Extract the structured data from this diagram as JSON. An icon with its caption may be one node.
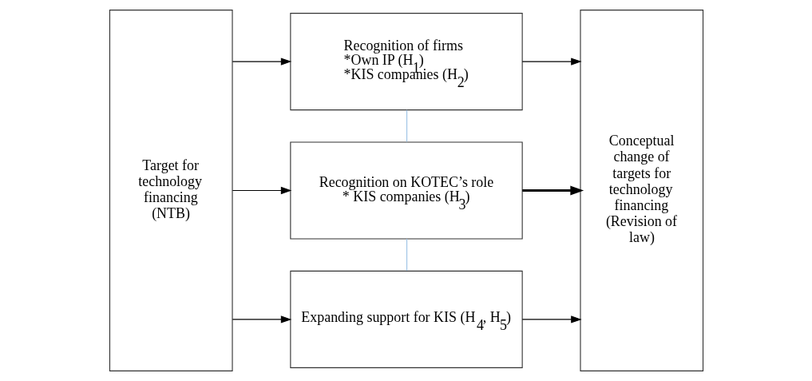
{
  "diagram": {
    "nodes": [
      {
        "text": [
          "Target for technology financing (NTB)"
        ]
      },
      {
        "text": [
          "Recognition of firms",
          "*Own IP (H$_{1}$)",
          "*KIS companies (H$_{2}$)"
        ]
      },
      {
        "text": [
          "Recognition on KOTEC’s role",
          "* KIS companies (H$_{3}$)"
        ]
      },
      {
        "text": [
          "Expanding support for KIS (H$_{4}$, H$_{5}$)"
        ]
      },
      {
        "text": [
          "Conceptual change of targets for technology financing (Revision of law)"
        ]
      }
    ],
    "edges": [
      {
        "from": 0,
        "to": 1,
        "arrow": "to"
      },
      {
        "from": 0,
        "to": 2,
        "arrow": "to"
      },
      {
        "from": 0,
        "to": 3,
        "arrow": "to"
      },
      {
        "from": 1,
        "to": 2,
        "arrow": "none",
        "color": "#9dc3e6"
      },
      {
        "from": 2,
        "to": 3,
        "arrow": "none",
        "color": "#9dc3e6"
      },
      {
        "from": 1,
        "to": 4,
        "arrow": "to"
      },
      {
        "from": 2,
        "to": 4,
        "arrow": "to",
        "style": "thick"
      },
      {
        "from": 3,
        "to": 4,
        "arrow": "to"
      }
    ]
  }
}
